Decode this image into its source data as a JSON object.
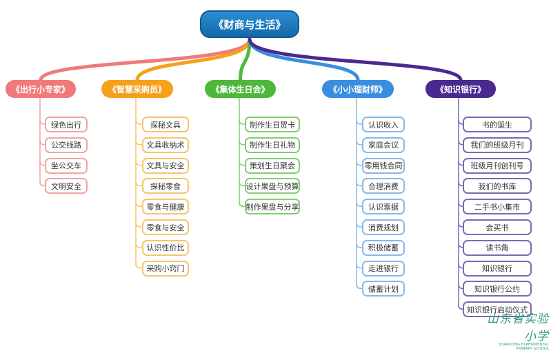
{
  "root": {
    "label": "《财商与生活》",
    "color": "#1a78c2"
  },
  "branches": [
    {
      "label": "《出行小专家》",
      "color": "#f07a7a",
      "border": "#f2a4a4",
      "items": [
        "绿色出行",
        "公交线路",
        "坐公交车",
        "文明安全"
      ]
    },
    {
      "label": "《智慧采购员》",
      "color": "#f5a11c",
      "border": "#f8c46a",
      "items": [
        "探秘文具",
        "文具收纳术",
        "文具与安全",
        "探秘零食",
        "零食与健康",
        "零食与安全",
        "认识性价比",
        "采购小窍门"
      ]
    },
    {
      "label": "《集体生日会》",
      "color": "#4fb83c",
      "border": "#7fd06e",
      "items": [
        "制作生日贺卡",
        "制作生日礼物",
        "策划生日聚会",
        "设计果盘与预算",
        "制作果盘与分享"
      ]
    },
    {
      "label": "《小小理财师》",
      "color": "#3a8ee0",
      "border": "#86b8ec",
      "items": [
        "认识收入",
        "家庭会议",
        "零用钱合同",
        "合理消费",
        "认识票据",
        "消费规划",
        "积极储蓄",
        "走进银行",
        "储蓄计划"
      ]
    },
    {
      "label": "《知识银行》",
      "color": "#4a2a8e",
      "border": "#7d68b4",
      "items": [
        "书的诞生",
        "我们的班级月刊",
        "班级月刊创刊号",
        "我们的书库",
        "二手书小集市",
        "会买书",
        "读书角",
        "知识银行",
        "知识银行公约",
        "知识银行启动仪式"
      ]
    }
  ],
  "logo": {
    "name": "山东省实验小学",
    "english": "SHANDONG EXPERIMENTAL PRIMARY SCHOOL"
  }
}
